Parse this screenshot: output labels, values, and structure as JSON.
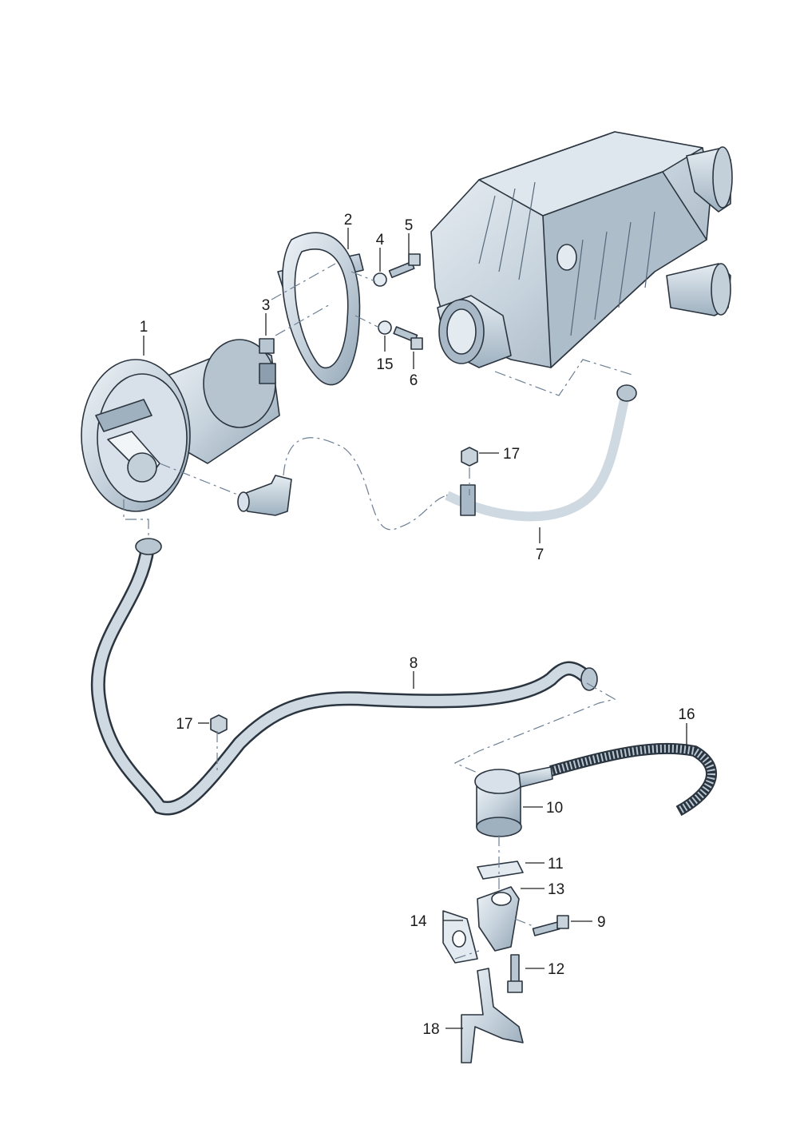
{
  "callouts": {
    "c1": "1",
    "c2": "2",
    "c3": "3",
    "c4": "4",
    "c5": "5",
    "c6": "6",
    "c7": "7",
    "c8": "8",
    "c9": "9",
    "c10": "10",
    "c11": "11",
    "c12": "12",
    "c13": "13",
    "c14": "14",
    "c15": "15",
    "c16": "16",
    "c17a": "17",
    "c17b": "17",
    "c18": "18"
  },
  "colors": {
    "part_fill": "#c9d4de",
    "part_shade": "#9fb0bf",
    "part_light": "#e8eef3",
    "outline": "#2b3540",
    "dash_line": "#6b7f94"
  }
}
